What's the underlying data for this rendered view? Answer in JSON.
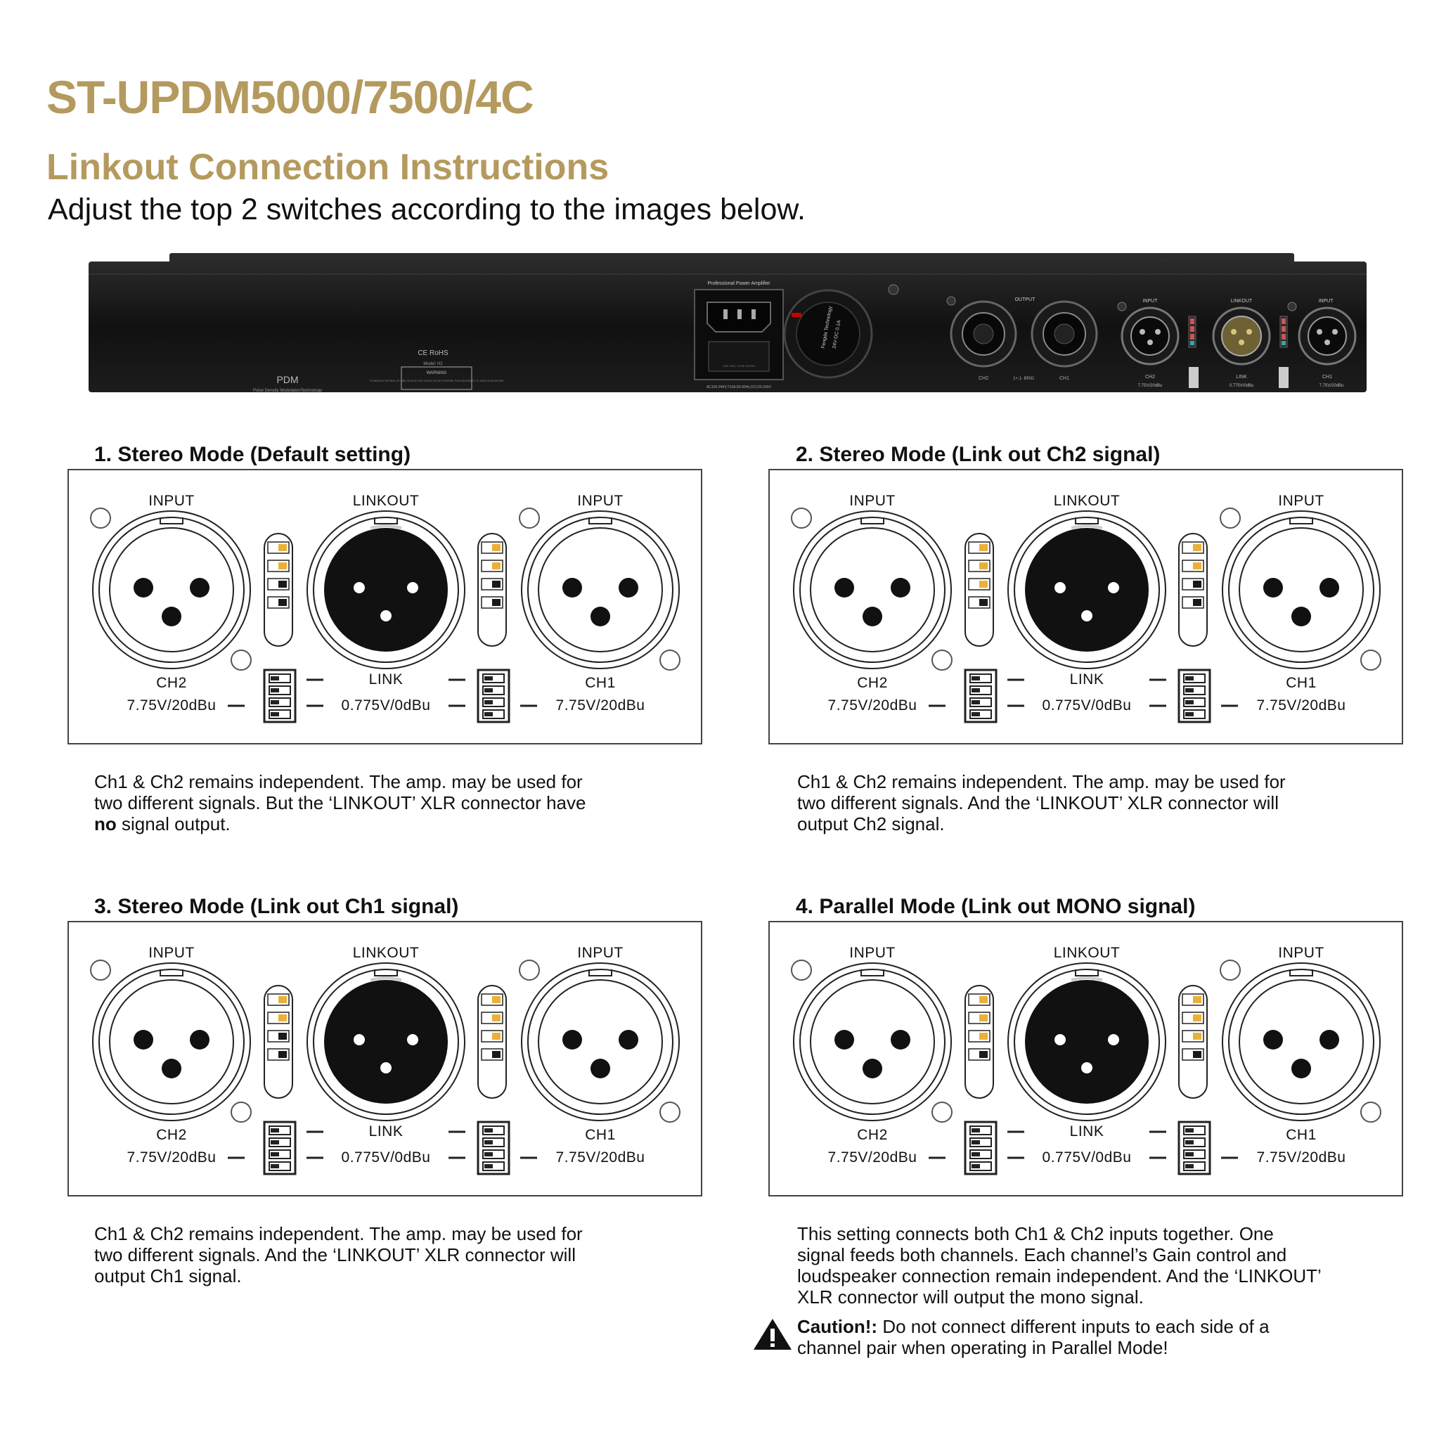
{
  "title": "ST-UPDM5000/7500/4C",
  "subtitle": "Linkout Connection Instructions",
  "instruction": "Adjust the top 2 switches according to the images below.",
  "device": {
    "brand": "PDM",
    "brand_tagline": "Pulse Density ModulationTechnology",
    "model": "Model: H2",
    "compliance": "CE RoHS",
    "warning_title": "WARNING",
    "warning_text": "TO REDUCE THE RISK OF FIRE OR ELECTRIC SHOCK DO NOT EXPOSE THIS EQUIPMENT TO RAIN OR MOISTURE",
    "product_label": "Professional Power Amplifier",
    "power_spec": "AC100-240V,T10A,50-60Hz,DC120-240V",
    "fuse_label": "USE ONLY FUSE RATED",
    "fan_label_1": "Fengda Technology",
    "fan_label_2": "24V-DC 0.1A",
    "output_label": "OUTPUT",
    "out_ch2": "CH2",
    "out_bridge": "1+,1- BRID",
    "out_ch1": "CH1",
    "input_label_left": "INPUT",
    "linkout_label": "LINKOUT",
    "input_label_right": "INPUT",
    "ch2_label": "CH2",
    "ch2_level": "7.75V/20dBu",
    "link_label": "LINK",
    "link_level": "0.775V/0dBu",
    "ch1_label": "CH1",
    "ch1_level": "7.75V/20dBu"
  },
  "panel_labels": {
    "input_left": "INPUT",
    "linkout": "LINKOUT",
    "input_right": "INPUT",
    "ch2": "CH2",
    "link": "LINK",
    "ch1": "CH1",
    "ch2_level": "7.75V/20dBu",
    "link_level": "0.775V/0dBu",
    "ch1_level": "7.75V/20dBu"
  },
  "colors": {
    "gold": "#b49a5e",
    "switch_on": "#e9b13a",
    "switch_off": "#1a1a1a"
  },
  "modes": [
    {
      "number": "1.",
      "name": "Stereo Mode",
      "qualifier": "(Default setting)",
      "left_switches": [
        true,
        true,
        false,
        false
      ],
      "right_switches": [
        true,
        true,
        false,
        false
      ],
      "desc_lines": [
        "Ch1 & Ch2 remains independent. The amp. may be used for",
        "two different signals. But the ‘LINKOUT’ XLR connector have"
      ],
      "desc_bold": "no",
      "desc_tail": " signal output."
    },
    {
      "number": "2.",
      "name": "Stereo Mode",
      "qualifier": "(Link out Ch2 signal)",
      "left_switches": [
        true,
        true,
        true,
        false
      ],
      "right_switches": [
        true,
        true,
        false,
        false
      ],
      "desc_lines": [
        "Ch1 & Ch2 remains independent. The amp. may be used for",
        "two different signals. And the ‘LINKOUT’ XLR connector will",
        "output Ch2 signal."
      ]
    },
    {
      "number": "3.",
      "name": "Stereo Mode",
      "qualifier": "(Link out Ch1 signal)",
      "left_switches": [
        true,
        true,
        false,
        false
      ],
      "right_switches": [
        true,
        true,
        true,
        false
      ],
      "desc_lines": [
        "Ch1 & Ch2 remains independent. The amp. may be used for",
        "two different signals. And the ‘LINKOUT’ XLR connector will",
        "output Ch1 signal."
      ]
    },
    {
      "number": "4.",
      "name": "Parallel Mode",
      "qualifier": "(Link out MONO signal)",
      "left_switches": [
        true,
        true,
        true,
        false
      ],
      "right_switches": [
        true,
        true,
        true,
        false
      ],
      "desc_lines": [
        "This setting connects both Ch1 & Ch2 inputs together. One",
        "signal feeds both channels. Each channel’s Gain control and",
        "loudspeaker connection remain independent. And the ‘LINKOUT’",
        "XLR connector will output the mono signal."
      ]
    }
  ],
  "caution": {
    "label": "Caution!:",
    "line1": " Do not connect different inputs to each side of a",
    "line2": "channel pair when operating in Parallel Mode!"
  }
}
